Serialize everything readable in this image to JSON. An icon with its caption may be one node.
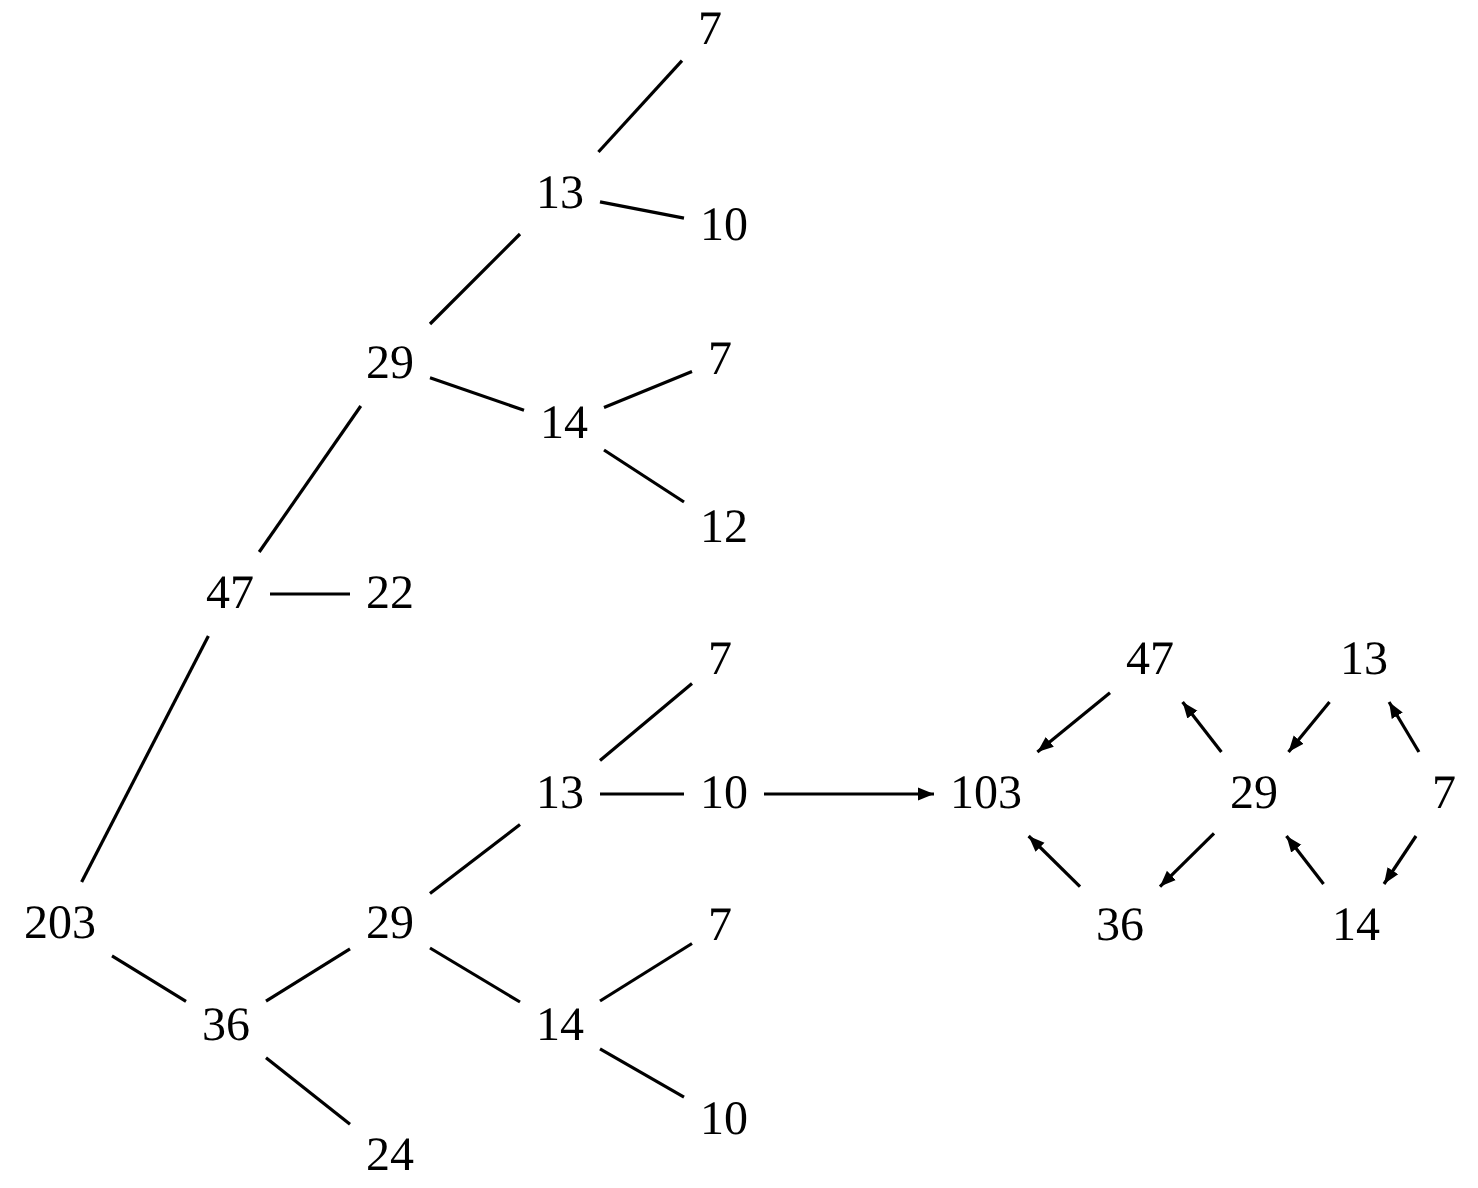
{
  "diagram": {
    "nodes": [
      {
        "text": [
          "203"
        ]
      },
      {
        "text": [
          "47"
        ]
      },
      {
        "text": [
          "22"
        ]
      },
      {
        "text": [
          "36"
        ]
      },
      {
        "text": [
          "24"
        ]
      },
      {
        "text": [
          "29"
        ]
      },
      {
        "text": [
          "13"
        ]
      },
      {
        "text": [
          "7"
        ]
      },
      {
        "text": [
          "10"
        ]
      },
      {
        "text": [
          "14"
        ]
      },
      {
        "text": [
          "7"
        ]
      },
      {
        "text": [
          "12"
        ]
      },
      {
        "text": [
          "29"
        ]
      },
      {
        "text": [
          "13"
        ]
      },
      {
        "text": [
          "7"
        ]
      },
      {
        "text": [
          "10"
        ]
      },
      {
        "text": [
          "14"
        ]
      },
      {
        "text": [
          "7"
        ]
      },
      {
        "text": [
          "10"
        ]
      },
      {
        "text": [
          "103"
        ]
      },
      {
        "text": [
          "47"
        ]
      },
      {
        "text": [
          "36"
        ]
      },
      {
        "text": [
          "29"
        ]
      },
      {
        "text": [
          "13"
        ]
      },
      {
        "text": [
          "7"
        ]
      },
      {
        "text": [
          "14"
        ]
      }
    ],
    "edges": [
      {
        "from": 0,
        "to": 1,
        "arrow": "none"
      },
      {
        "from": 0,
        "to": 3,
        "arrow": "none"
      },
      {
        "from": 1,
        "to": 2,
        "arrow": "none"
      },
      {
        "from": 1,
        "to": 5,
        "arrow": "none"
      },
      {
        "from": 3,
        "to": 4,
        "arrow": "none"
      },
      {
        "from": 3,
        "to": 12,
        "arrow": "none"
      },
      {
        "from": 5,
        "to": 6,
        "arrow": "none"
      },
      {
        "from": 5,
        "to": 9,
        "arrow": "none"
      },
      {
        "from": 6,
        "to": 7,
        "arrow": "none"
      },
      {
        "from": 6,
        "to": 8,
        "arrow": "none"
      },
      {
        "from": 9,
        "to": 10,
        "arrow": "none"
      },
      {
        "from": 9,
        "to": 11,
        "arrow": "none"
      },
      {
        "from": 12,
        "to": 13,
        "arrow": "none"
      },
      {
        "from": 12,
        "to": 16,
        "arrow": "none"
      },
      {
        "from": 13,
        "to": 14,
        "arrow": "none"
      },
      {
        "from": 13,
        "to": 15,
        "arrow": "none"
      },
      {
        "from": 16,
        "to": 17,
        "arrow": "none"
      },
      {
        "from": 16,
        "to": 18,
        "arrow": "none"
      },
      {
        "from": 15,
        "to": 19,
        "arrow": "to"
      },
      {
        "from": 20,
        "to": 19,
        "arrow": "to"
      },
      {
        "from": 21,
        "to": 19,
        "arrow": "to"
      },
      {
        "from": 22,
        "to": 20,
        "arrow": "to"
      },
      {
        "from": 22,
        "to": 21,
        "arrow": "to"
      },
      {
        "from": 23,
        "to": 22,
        "arrow": "to"
      },
      {
        "from": 25,
        "to": 22,
        "arrow": "to"
      },
      {
        "from": 24,
        "to": 23,
        "arrow": "to"
      },
      {
        "from": 24,
        "to": 25,
        "arrow": "to"
      }
    ]
  }
}
